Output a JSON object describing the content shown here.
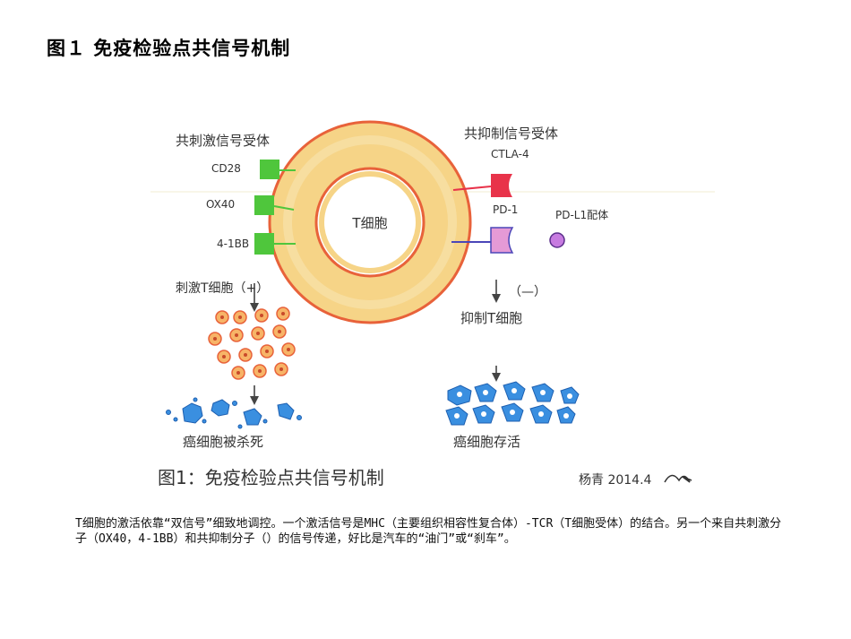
{
  "page": {
    "title": "图１ 免疫检验点共信号机制",
    "caption": "T细胞的激活依靠“双信号”细致地调控。一个激活信号是MHC（主要组织相容性复合体）-TCR（T细胞受体）的结合。另一个来自共刺激分子（OX40，4-1BB）和共抑制分子（）的信号传递，好比是汽车的“油门”或“刹车”。"
  },
  "figure": {
    "left_header": "共刺激信号受体",
    "right_header": "共抑制信号受体",
    "receptors_costim": [
      "CD28",
      "OX40",
      "4-1BB"
    ],
    "receptors_coinhib": [
      "CTLA-4",
      "PD-1"
    ],
    "ligand": "PD-L1配体",
    "cell_label": "T细胞",
    "stimulate_label": "刺激T细胞（+）",
    "inhibit_sign": "（—）",
    "inhibit_label": "抑制T细胞",
    "kill_label": "癌细胞被杀死",
    "survive_label": "癌细胞存活",
    "fig_caption": "图1：免疫检验点共信号机制",
    "signature": "杨青 2014.4",
    "colors": {
      "ring": "#f7d58a",
      "ring_edge": "#e8623a",
      "costim": "#4fc63c",
      "ctla4": "#e8334a",
      "pd1": "#e59ad6",
      "ligand": "#c77be0",
      "tcell": "#f08a3a",
      "cancer": "#3a8fe0"
    }
  }
}
